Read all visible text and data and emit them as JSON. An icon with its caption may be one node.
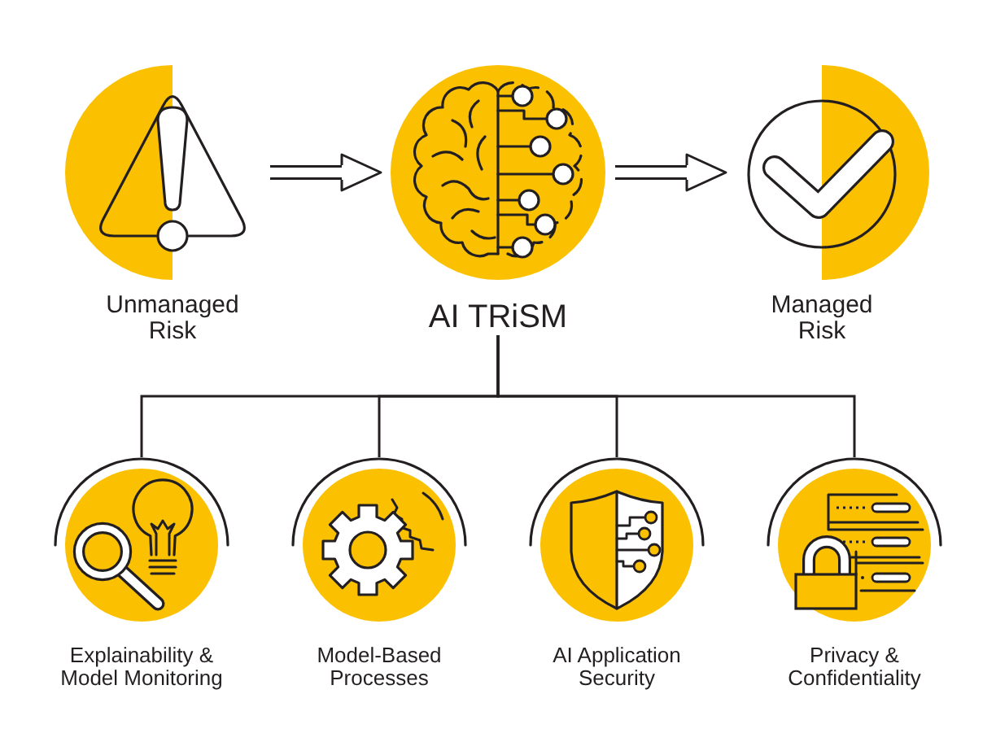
{
  "diagram": {
    "nodes": [
      {
        "text": [
          "Unmanaged Risk"
        ]
      },
      {
        "text": [
          "AI TRiSM"
        ]
      },
      {
        "text": [
          "Managed Risk"
        ]
      },
      {
        "text": [
          "Explainability & Model Monitoring"
        ]
      },
      {
        "text": [
          "Model-Based Processes"
        ]
      },
      {
        "text": [
          "AI Application Security"
        ]
      },
      {
        "text": [
          "Privacy & Confidentiality"
        ]
      }
    ],
    "edges": [
      {
        "from": 0,
        "to": 1,
        "arrow": "to",
        "style": "thick"
      },
      {
        "from": 1,
        "to": 2,
        "arrow": "to",
        "style": "thick"
      },
      {
        "from": 1,
        "to": 3,
        "arrow": "none"
      },
      {
        "from": 1,
        "to": 4,
        "arrow": "none"
      },
      {
        "from": 1,
        "to": 5,
        "arrow": "none"
      },
      {
        "from": 1,
        "to": 6,
        "arrow": "none"
      }
    ]
  }
}
